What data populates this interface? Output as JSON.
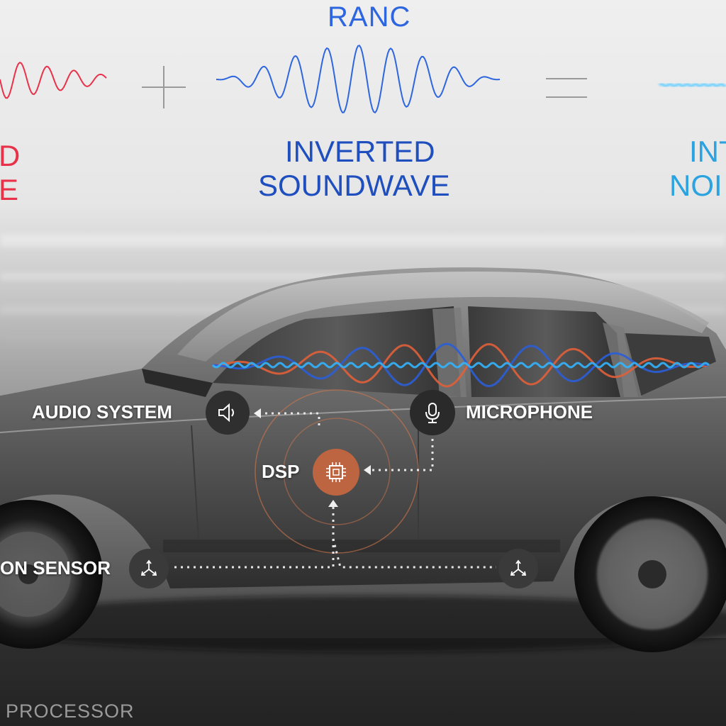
{
  "header": {
    "left_partial": [
      "D",
      "E"
    ],
    "ranc": "RANC",
    "inverted": [
      "INVERTED",
      "SOUNDWAVE"
    ],
    "right_partial": [
      "INT",
      "NOI"
    ]
  },
  "labels": {
    "audio_system": "AUDIO SYSTEM",
    "microphone": "MICROPHONE",
    "dsp": "DSP",
    "sensor": "ON SENSOR",
    "processor": "PROCESSOR"
  },
  "colors": {
    "red": "#e8324a",
    "blue": "#1f4fbf",
    "cyan": "#2aa3e0",
    "dsp": "#c0643c"
  },
  "icons": [
    "speaker-icon",
    "microphone-icon",
    "chip-icon",
    "sensor-icon"
  ]
}
